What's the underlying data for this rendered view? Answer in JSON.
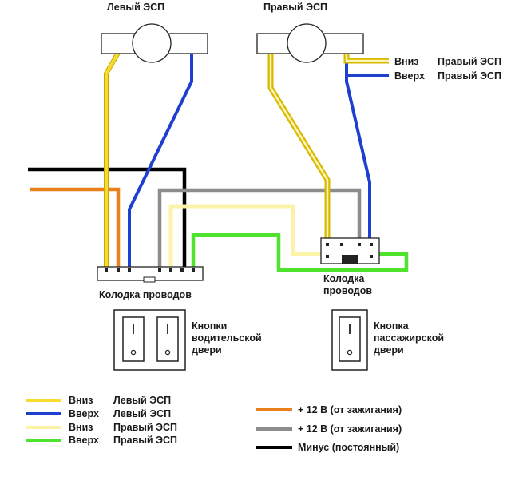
{
  "motors": {
    "left": {
      "title": "Левый ЭСП"
    },
    "right": {
      "title": "Правый ЭСП"
    }
  },
  "right_motor_legend": [
    {
      "dir": "Вниз",
      "target": "Правый ЭСП",
      "color": "#f5dc2e",
      "style": "double"
    },
    {
      "dir": "Вверх",
      "target": "Правый ЭСП",
      "color": "#1f3fd1",
      "style": "single"
    }
  ],
  "connectors": {
    "left": {
      "label": "Колодка проводов"
    },
    "right": {
      "label_lines": [
        "Колодка",
        "проводов"
      ]
    }
  },
  "buttons": {
    "driver": {
      "label_lines": [
        "Кнопки",
        "водительской",
        "двери"
      ]
    },
    "passenger": {
      "label_lines": [
        "Кнопка",
        "пассажирской",
        "двери"
      ]
    }
  },
  "legend_left": [
    {
      "dir": "Вниз",
      "target": "Левый ЭСП",
      "color": "#f5dc2e"
    },
    {
      "dir": "Вверх",
      "target": "Левый ЭСП",
      "color": "#1f3fd1"
    },
    {
      "dir": "Вниз",
      "target": "Правый ЭСП",
      "color": "#fbf3a8"
    },
    {
      "dir": "Вверх",
      "target": "Правый ЭСП",
      "color": "#4fe22e"
    }
  ],
  "legend_right": [
    {
      "text": "+ 12 В (от зажигания)",
      "color": "#e8801c"
    },
    {
      "text": "+ 12 В (от зажигания)",
      "color": "#8c8c8c"
    },
    {
      "text": "Минус (постоянный)",
      "color": "#000000"
    }
  ],
  "wire_colors": {
    "yellow": "#f5dc2e",
    "blue": "#1f3fd1",
    "light_yellow": "#fbf3a8",
    "green": "#4fe22e",
    "orange": "#e8801c",
    "gray": "#8c8c8c",
    "black": "#000000"
  }
}
